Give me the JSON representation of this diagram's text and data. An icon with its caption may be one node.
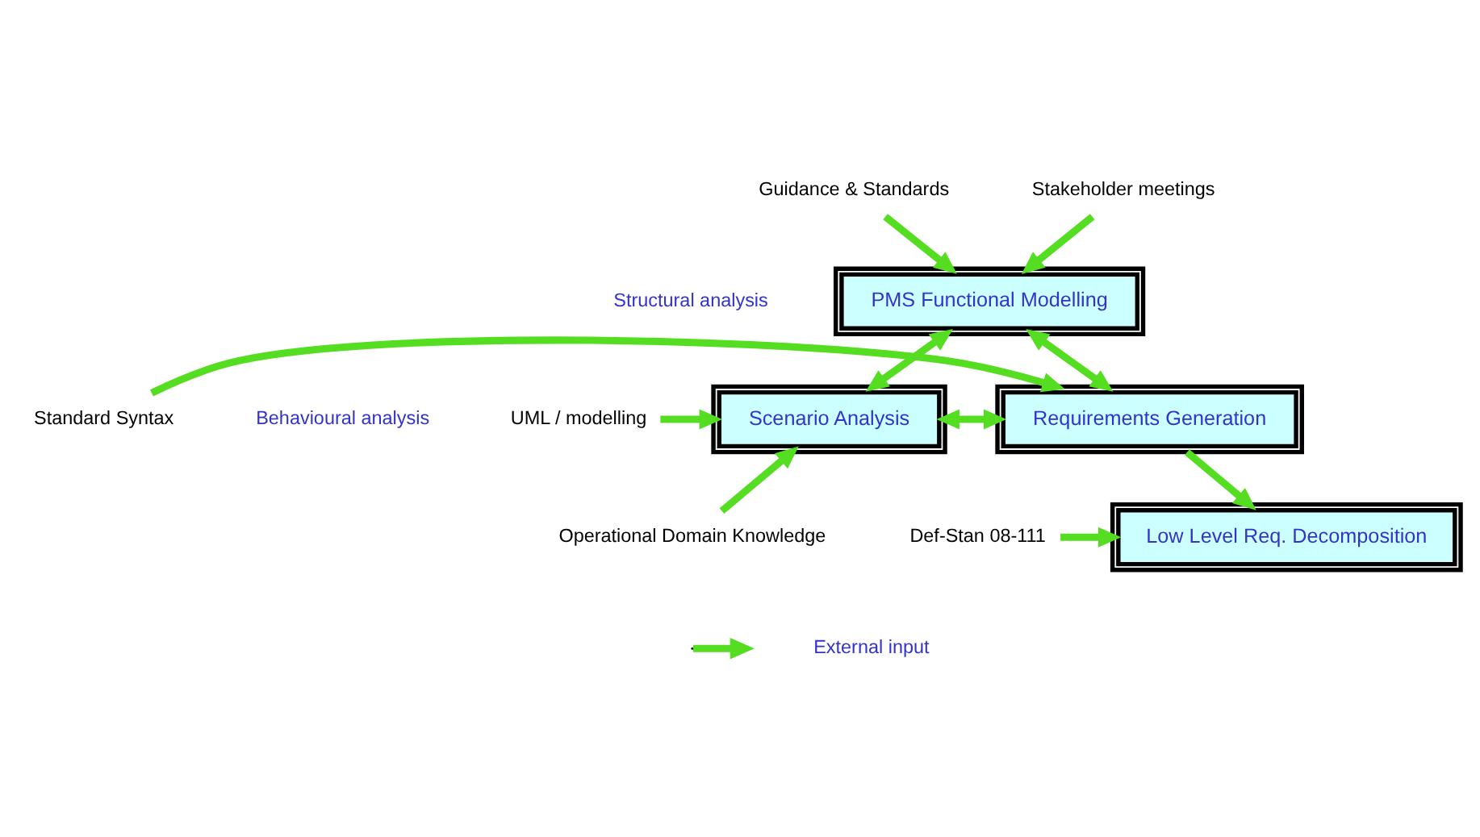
{
  "diagram": {
    "nodes": [
      {
        "text": [
          "PMS Functional Modelling"
        ]
      },
      {
        "text": [
          "Scenario Analysis"
        ]
      },
      {
        "text": [
          "Requirements Generation"
        ]
      },
      {
        "text": [
          "Low Level Req. Decomposition"
        ]
      },
      {
        "text": [
          "Guidance & Standards"
        ]
      },
      {
        "text": [
          "Stakeholder meetings"
        ]
      },
      {
        "text": [
          "UML / modelling"
        ]
      },
      {
        "text": [
          "Operational Domain Knowledge"
        ]
      },
      {
        "text": [
          "Standard Syntax"
        ]
      },
      {
        "text": [
          "Def-Stan 08-111"
        ]
      }
    ],
    "edges": [
      {
        "from": 4,
        "to": 0,
        "arrow": "to"
      },
      {
        "from": 5,
        "to": 0,
        "arrow": "to"
      },
      {
        "from": 0,
        "to": 1,
        "arrow": "both"
      },
      {
        "from": 0,
        "to": 2,
        "arrow": "both"
      },
      {
        "from": 6,
        "to": 1,
        "arrow": "to"
      },
      {
        "from": 7,
        "to": 1,
        "arrow": "to"
      },
      {
        "from": 1,
        "to": 2,
        "arrow": "both"
      },
      {
        "from": 8,
        "to": 2,
        "arrow": "to"
      },
      {
        "from": 2,
        "to": 3,
        "arrow": "to"
      },
      {
        "from": 9,
        "to": 3,
        "arrow": "to"
      }
    ],
    "labels": [
      "Structural analysis",
      "Behavioural analysis"
    ],
    "legend": [
      {
        "text": "External input"
      }
    ]
  }
}
